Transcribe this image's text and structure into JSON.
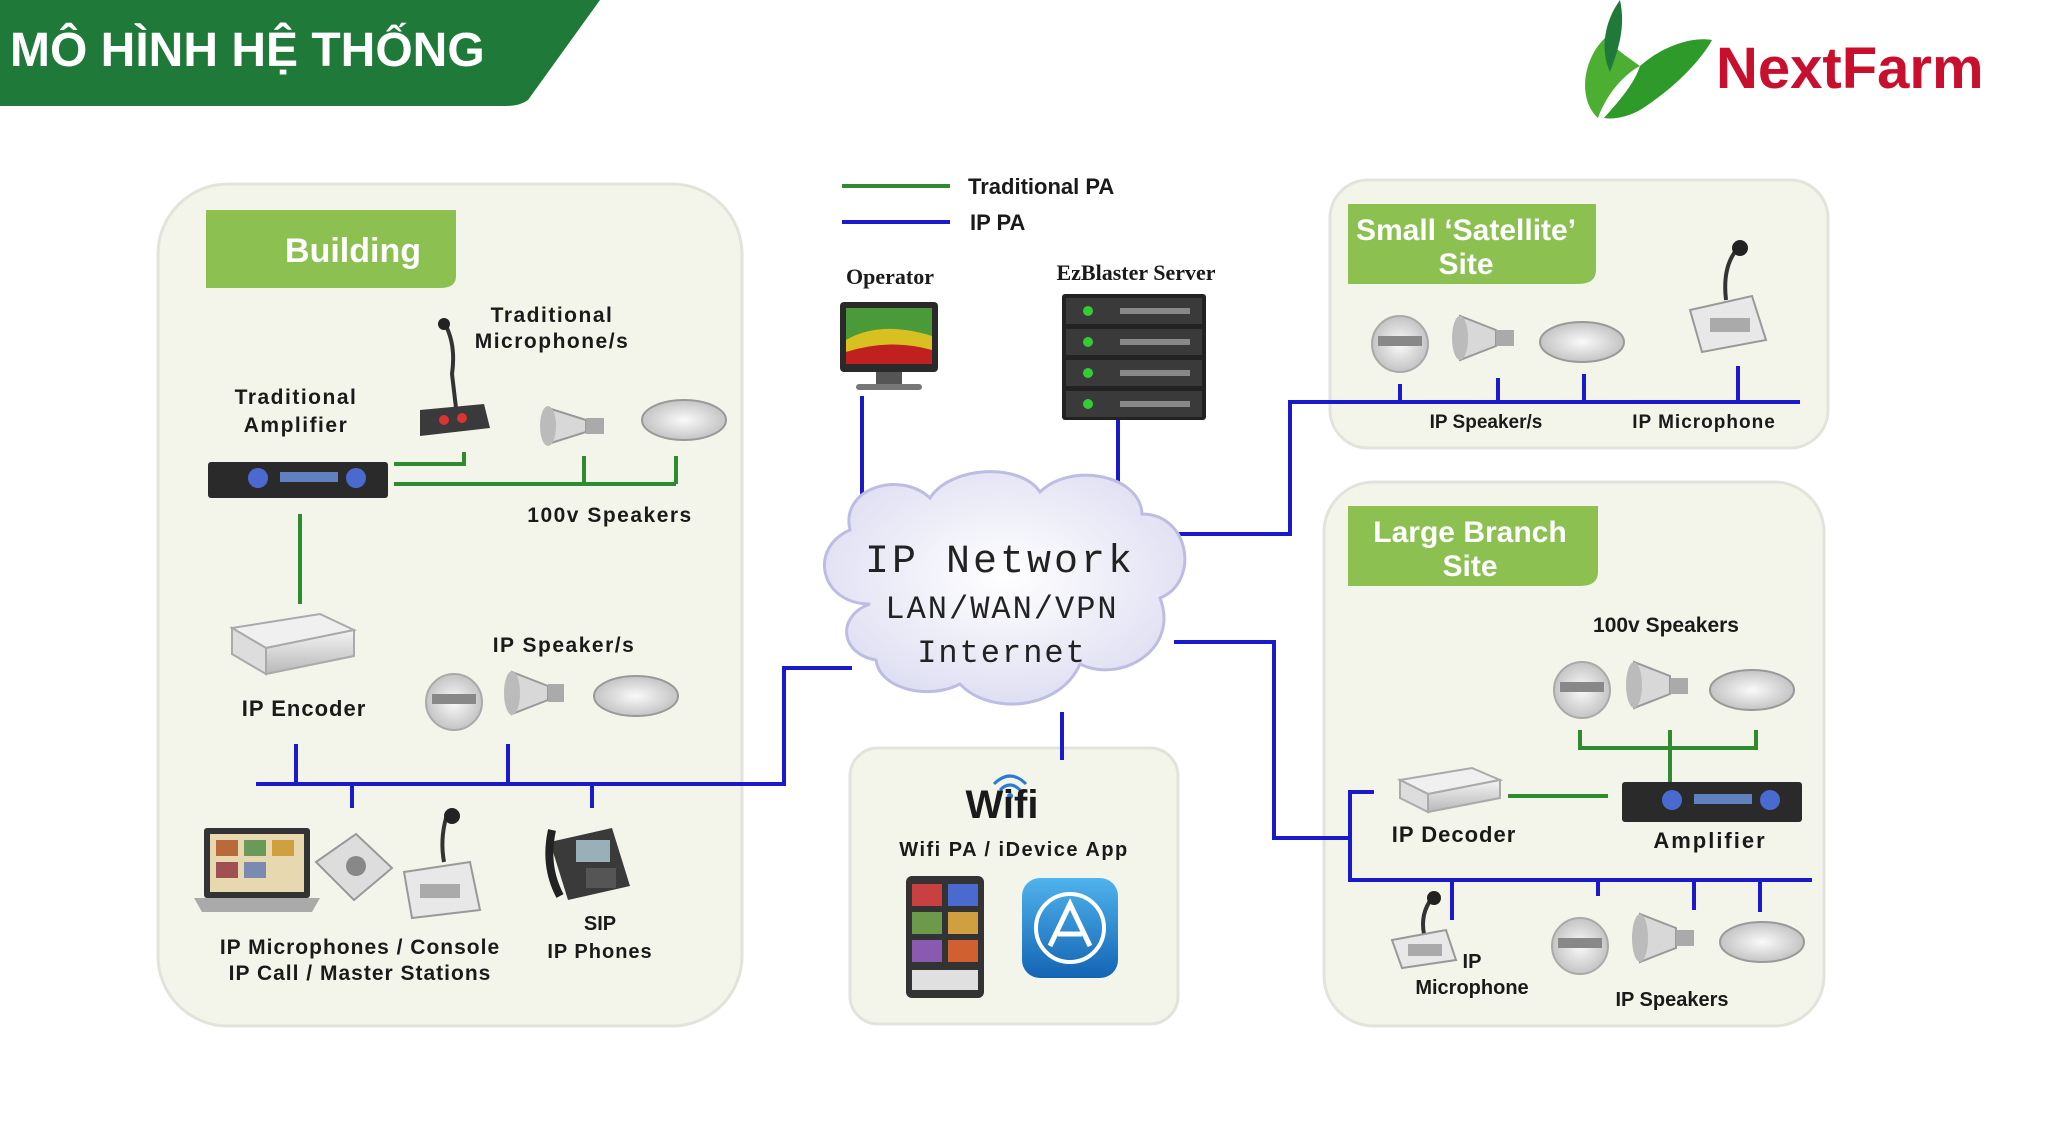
{
  "header": {
    "title": "MÔ HÌNH HỆ THỐNG",
    "logo_text": "NextFarm",
    "banner_color": "#1f7a3a",
    "logo_color": "#c8102e"
  },
  "legend": {
    "traditional": "Traditional PA",
    "ip": "IP PA",
    "traditional_color": "#2e8b2e",
    "ip_color": "#1a1acc"
  },
  "building": {
    "title": "Building",
    "trad_mic_line1": "Traditional",
    "trad_mic_line2": "Microphone/s",
    "trad_amp_line1": "Traditional",
    "trad_amp_line2": "Amplifier",
    "speakers_100v": "100v Speakers",
    "ip_encoder": "IP Encoder",
    "ip_speakers": "IP Speaker/s",
    "mic_console_line1": "IP Microphones / Console",
    "mic_console_line2": "IP Call / Master Stations",
    "sip_line1": "SIP",
    "sip_line2": "IP Phones"
  },
  "center": {
    "operator": "Operator",
    "server": "EzBlaster Server",
    "network_line1": "IP Network",
    "network_line2": "LAN/WAN/VPN",
    "network_line3": "Internet",
    "wifi_logo": "Wifi",
    "wifi_caption": "Wifi PA / iDevice App"
  },
  "satellite": {
    "title_line1": "Small ‘Satellite’",
    "title_line2": "Site",
    "ip_speakers": "IP Speaker/s",
    "ip_microphone": "IP Microphone"
  },
  "branch": {
    "title_line1": "Large Branch",
    "title_line2": "Site",
    "speakers_100v": "100v Speakers",
    "ip_decoder": "IP Decoder",
    "amplifier": "Amplifier",
    "ip_mic_line1": "IP",
    "ip_mic_line2": "Microphone",
    "ip_speakers": "IP Speakers"
  }
}
